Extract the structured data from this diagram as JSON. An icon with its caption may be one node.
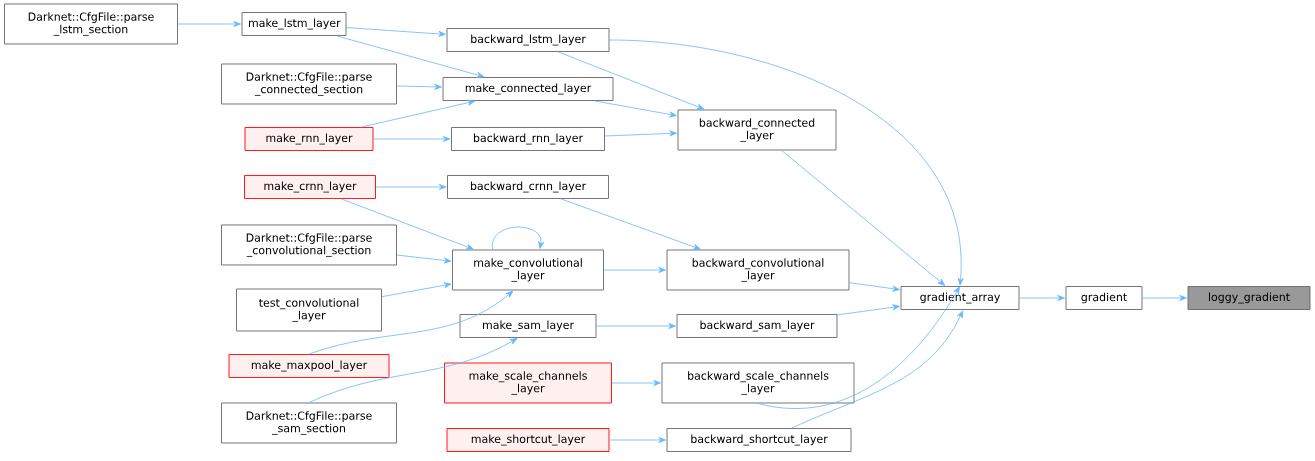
{
  "diagram": {
    "nodes": [
      {
        "text": [
          "loggy_gradient"
        ]
      },
      {
        "text": [
          "gradient"
        ]
      },
      {
        "text": [
          "gradient_array"
        ]
      },
      {
        "text": [
          "backward_lstm_layer"
        ]
      },
      {
        "text": [
          "backward_connected _layer"
        ]
      },
      {
        "text": [
          "backward_convolutional _layer"
        ]
      },
      {
        "text": [
          "backward_sam_layer"
        ]
      },
      {
        "text": [
          "backward_scale_channels _layer"
        ]
      },
      {
        "text": [
          "backward_shortcut_layer"
        ]
      },
      {
        "text": [
          "make_lstm_layer"
        ]
      },
      {
        "text": [
          "make_connected_layer"
        ]
      },
      {
        "text": [
          "backward_rnn_layer"
        ]
      },
      {
        "text": [
          "backward_crnn_layer"
        ]
      },
      {
        "text": [
          "make_convolutional _layer"
        ]
      },
      {
        "text": [
          "make_sam_layer"
        ]
      },
      {
        "text": [
          "Darknet::CfgFile::parse _lstm_section"
        ]
      },
      {
        "text": [
          "Darknet::CfgFile::parse _connected_section"
        ]
      },
      {
        "text": [
          "make_rnn_layer"
        ]
      },
      {
        "text": [
          "make_crnn_layer"
        ]
      },
      {
        "text": [
          "Darknet::CfgFile::parse _convolutional_section"
        ]
      },
      {
        "text": [
          "test_convolutional _layer"
        ]
      },
      {
        "text": [
          "make_maxpool_layer"
        ]
      },
      {
        "text": [
          "Darknet::CfgFile::parse _sam_section"
        ]
      },
      {
        "text": [
          "make_scale_channels _layer"
        ]
      },
      {
        "text": [
          "make_shortcut_layer"
        ]
      }
    ],
    "edges": [
      {
        "from": 1,
        "to": 0,
        "arrow": "to"
      },
      {
        "from": 2,
        "to": 1,
        "arrow": "to"
      },
      {
        "from": 3,
        "to": 2,
        "arrow": "to"
      },
      {
        "from": 4,
        "to": 2,
        "arrow": "to"
      },
      {
        "from": 5,
        "to": 2,
        "arrow": "to"
      },
      {
        "from": 6,
        "to": 2,
        "arrow": "to"
      },
      {
        "from": 7,
        "to": 2,
        "arrow": "to"
      },
      {
        "from": 8,
        "to": 2,
        "arrow": "to"
      },
      {
        "from": 9,
        "to": 3,
        "arrow": "to"
      },
      {
        "from": 3,
        "to": 4,
        "arrow": "to"
      },
      {
        "from": 10,
        "to": 4,
        "arrow": "to"
      },
      {
        "from": 11,
        "to": 4,
        "arrow": "to"
      },
      {
        "from": 9,
        "to": 10,
        "arrow": "to"
      },
      {
        "from": 16,
        "to": 10,
        "arrow": "to"
      },
      {
        "from": 17,
        "to": 10,
        "arrow": "to"
      },
      {
        "from": 17,
        "to": 11,
        "arrow": "to"
      },
      {
        "from": 15,
        "to": 9,
        "arrow": "to"
      },
      {
        "from": 12,
        "to": 5,
        "arrow": "to"
      },
      {
        "from": 13,
        "to": 5,
        "arrow": "to"
      },
      {
        "from": 18,
        "to": 12,
        "arrow": "to"
      },
      {
        "from": 18,
        "to": 13,
        "arrow": "to"
      },
      {
        "from": 13,
        "to": 13,
        "arrow": "to"
      },
      {
        "from": 19,
        "to": 13,
        "arrow": "to"
      },
      {
        "from": 20,
        "to": 13,
        "arrow": "to"
      },
      {
        "from": 21,
        "to": 13,
        "arrow": "to"
      },
      {
        "from": 14,
        "to": 6,
        "arrow": "to"
      },
      {
        "from": 22,
        "to": 14,
        "arrow": "to"
      },
      {
        "from": 23,
        "to": 7,
        "arrow": "to"
      },
      {
        "from": 24,
        "to": 8,
        "arrow": "to"
      }
    ]
  }
}
